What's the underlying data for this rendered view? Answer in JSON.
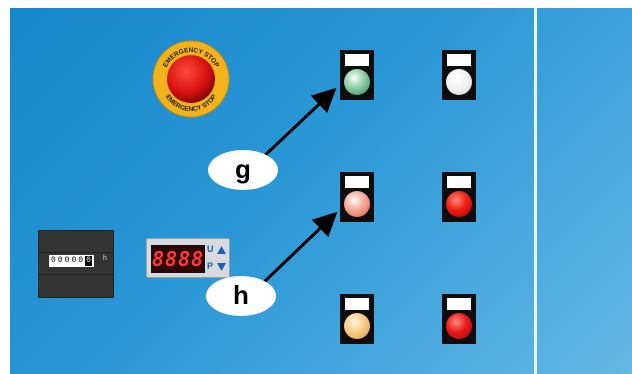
{
  "estop": {
    "ring_text_top": "EMERGENCY STOP",
    "ring_text_bottom": "EMERGENCY STOP"
  },
  "hour_counter": {
    "digits": [
      "0",
      "0",
      "0",
      "0",
      "0",
      "0"
    ],
    "unit": "h"
  },
  "digital_panel": {
    "display": "8888",
    "key_up": "U",
    "key_down": "P"
  },
  "callouts": [
    {
      "label": "g"
    },
    {
      "label": "h"
    }
  ],
  "pushbuttons": [
    {
      "id": "pb-green",
      "lamp_color": "#2e8b57"
    },
    {
      "id": "pb-white",
      "lamp_color": "#e8e8e8"
    },
    {
      "id": "pb-pink",
      "lamp_color": "#f08872"
    },
    {
      "id": "pb-red-1",
      "lamp_color": "#e01010"
    },
    {
      "id": "pb-amber",
      "lamp_color": "#f5b25c"
    },
    {
      "id": "pb-red-2",
      "lamp_color": "#d81818"
    }
  ],
  "colors": {
    "panel": "#1e8fd0",
    "arrow": "#000000"
  }
}
